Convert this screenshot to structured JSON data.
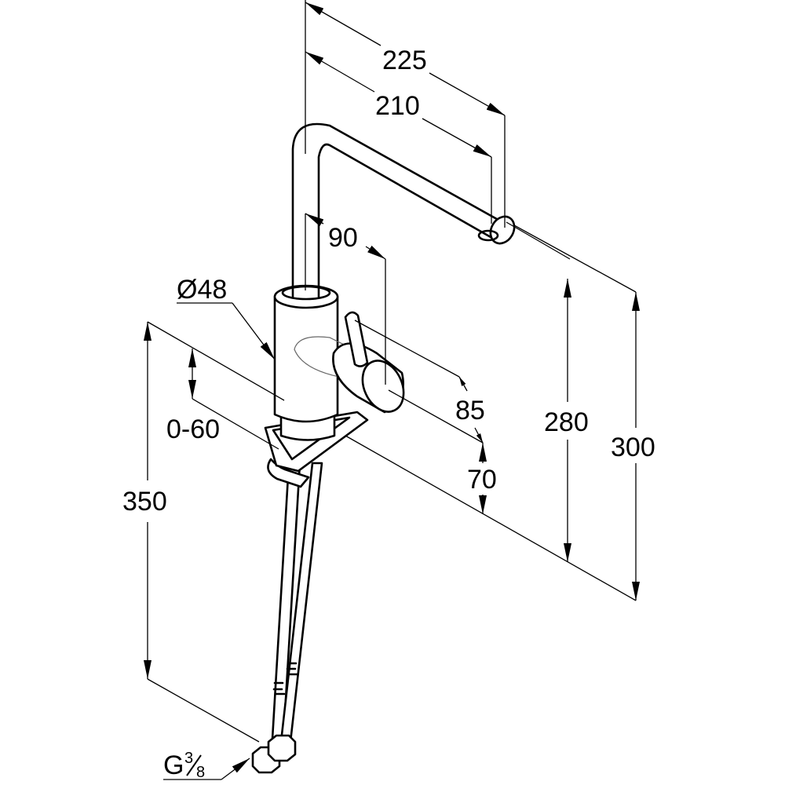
{
  "drawing": {
    "subject": "kitchen-faucet",
    "line_color": "#000000",
    "background": "#ffffff"
  },
  "dimensions": {
    "spout_reach_outer": "225",
    "spout_reach_inner": "210",
    "body_to_handle": "90",
    "body_diameter": "Ø48",
    "deck_thickness": "0-60",
    "hose_length": "350",
    "handle_height": "85",
    "base_height": "70",
    "spout_height_inner": "280",
    "spout_height_outer": "300",
    "connection_thread_prefix": "G",
    "connection_thread_numerator": "3",
    "connection_thread_denominator": "8"
  }
}
